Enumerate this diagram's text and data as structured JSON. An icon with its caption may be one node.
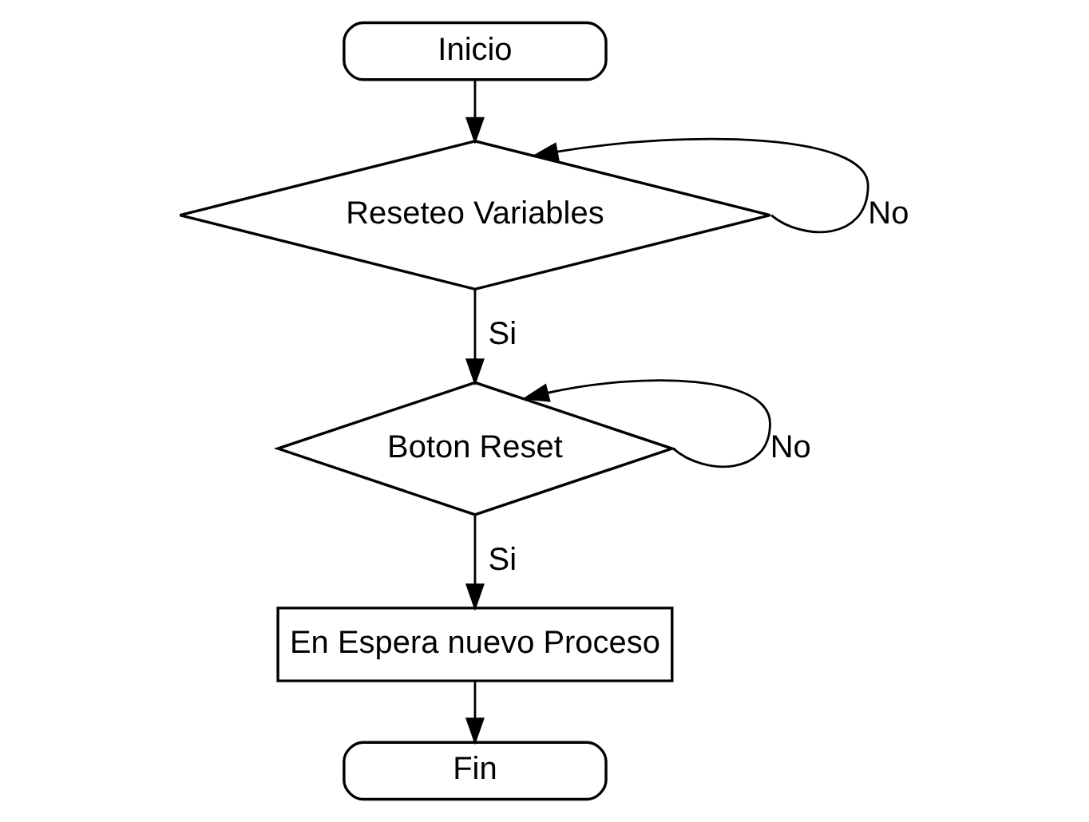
{
  "diagram": {
    "nodes": [
      {
        "text": [
          "Inicio"
        ]
      },
      {
        "text": [
          "Reseteo Variables"
        ]
      },
      {
        "text": [
          "Boton Reset"
        ]
      },
      {
        "text": [
          "En Espera nuevo Proceso"
        ]
      },
      {
        "text": [
          "Fin"
        ]
      }
    ],
    "edges": [
      {
        "from": 0,
        "to": 1,
        "arrow": "to"
      },
      {
        "from": 1,
        "to": 1,
        "arrow": "to",
        "label": "No"
      },
      {
        "from": 1,
        "to": 2,
        "arrow": "to",
        "label": "Si"
      },
      {
        "from": 2,
        "to": 2,
        "arrow": "to",
        "label": "No"
      },
      {
        "from": 2,
        "to": 3,
        "arrow": "to",
        "label": "Si"
      },
      {
        "from": 3,
        "to": 4,
        "arrow": "to"
      }
    ]
  }
}
